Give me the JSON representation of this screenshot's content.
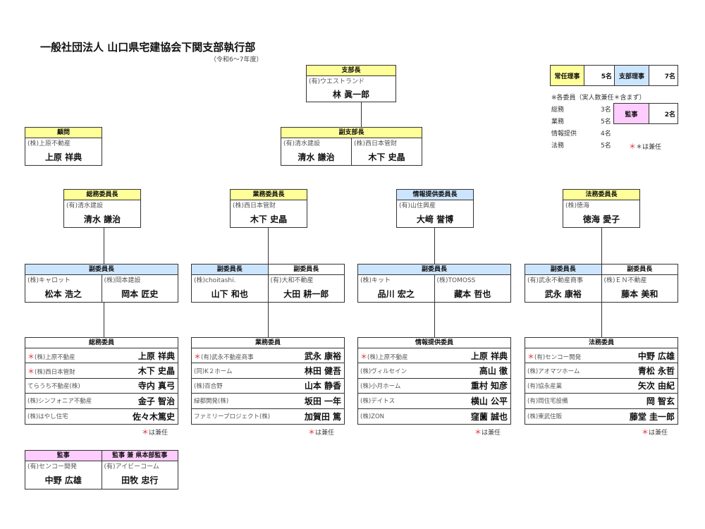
{
  "title": "一般社団法人 山口県宅建協会下関支部執行部",
  "subtitle": "（令和6～7年度）",
  "branch_head": {
    "header": "支部長",
    "company": "(有)ウエストランド",
    "name": "林 眞一郎"
  },
  "advisor": {
    "header": "顧問",
    "company": "(株)上原不動産",
    "name": "上原 祥典"
  },
  "vice_head": {
    "header": "副支部長",
    "members": [
      {
        "company": "(有)清水建設",
        "name": "清水 謙治"
      },
      {
        "company": "(株)西日本管財",
        "name": "木下 史晶"
      }
    ]
  },
  "summary": {
    "jonin_label": "常任理事",
    "jonin_count": "5名",
    "shibu_label": "支部理事",
    "shibu_count": "7名",
    "kanji_label": "監事",
    "kanji_count": "2名",
    "note": "※各委員（実人数兼任＊含まず）",
    "rows": [
      {
        "label": "総務",
        "count": "3名"
      },
      {
        "label": "業務",
        "count": "5名"
      },
      {
        "label": "情報提供",
        "count": "4名"
      },
      {
        "label": "法務",
        "count": "5名"
      }
    ],
    "star_note": "＊は兼任"
  },
  "committees": [
    {
      "chair": {
        "header": "総務委員長",
        "company": "(有)清水建設",
        "name": "清水 謙治"
      },
      "vice": {
        "headers": [
          "副委員長"
        ],
        "members": [
          {
            "company": "(株)キャロット",
            "name": "松本 浩之"
          },
          {
            "company": "(株)岡本建設",
            "name": "岡本 匠史"
          }
        ]
      },
      "list": {
        "header": "総務委員",
        "members": [
          {
            "star": "＊",
            "company": "(株)上原不動産",
            "name": "上原 祥典"
          },
          {
            "star": "＊",
            "company": "(株)西日本管財",
            "name": "木下 史晶"
          },
          {
            "star": "",
            "company": "てらうち不動産(株)",
            "name": "寺内 真弓"
          },
          {
            "star": "",
            "company": "(株)シンフォニア不動産",
            "name": "金子 智治"
          },
          {
            "star": "",
            "company": "(株)はやし住宅",
            "name": "佐々木篤史"
          }
        ]
      },
      "note": "＊は兼任"
    },
    {
      "chair": {
        "header": "業務委員長",
        "company": "(株)西日本管財",
        "name": "木下 史晶"
      },
      "vice": {
        "headers": [
          "副委員長",
          "副委員長"
        ],
        "members": [
          {
            "company": "(株)choitashi.",
            "name": "山下 和也"
          },
          {
            "company": "(有)大和不動産",
            "name": "大田 耕一郎"
          }
        ]
      },
      "list": {
        "header": "業務委員",
        "members": [
          {
            "star": "＊",
            "company": "(有)武永不動産商事",
            "name": "武永 康裕"
          },
          {
            "star": "",
            "company": "(同)K２ホーム",
            "name": "林田 健吾"
          },
          {
            "star": "",
            "company": "(株)百合野",
            "name": "山本 静香"
          },
          {
            "star": "",
            "company": "緑都開発(株)",
            "name": "坂田 一年"
          },
          {
            "star": "",
            "company": "ファミリープロジェクト(株)",
            "name": "加賀田 篤"
          }
        ]
      },
      "note": "＊は兼任"
    },
    {
      "chair": {
        "header": "情報提供委員長",
        "company": "(有)山住興産",
        "name": "大﨑 誉博"
      },
      "vice": {
        "headers": [
          "副委員長"
        ],
        "members": [
          {
            "company": "(株)キット",
            "name": "品川 宏之"
          },
          {
            "company": "(株)TOMOSS",
            "name": "藏本 哲也"
          }
        ]
      },
      "list": {
        "header": "情報提供委員",
        "members": [
          {
            "star": "＊",
            "company": "(株)上原不動産",
            "name": "上原 祥典"
          },
          {
            "star": "",
            "company": "(株)ヴィルセイン",
            "name": "高山 徹"
          },
          {
            "star": "",
            "company": "(株)小月ホーム",
            "name": "重村 知彦"
          },
          {
            "star": "",
            "company": "(株)デイトス",
            "name": "横山 公平"
          },
          {
            "star": "",
            "company": "(株)ZON",
            "name": "窪薗 誠也"
          }
        ]
      },
      "note": "＊は兼任"
    },
    {
      "chair": {
        "header": "法務委員長",
        "company": "(株)徳海",
        "name": "徳海 愛子"
      },
      "vice": {
        "headers": [
          "副委員長",
          "副委員長"
        ],
        "members": [
          {
            "company": "(有)武永不動産商事",
            "name": "武永 康裕"
          },
          {
            "company": "(株)ＥＮ不動産",
            "name": "藤本 美和"
          }
        ]
      },
      "list": {
        "header": "法務委員",
        "members": [
          {
            "star": "＊",
            "company": "(有)センコー開発",
            "name": "中野 広雄"
          },
          {
            "star": "",
            "company": "(株)アオマツホーム",
            "name": "青松 永哲"
          },
          {
            "star": "",
            "company": "(有)協永産業",
            "name": "矢次 由紀"
          },
          {
            "star": "",
            "company": "(有)岡住宅設備",
            "name": "岡 智玄"
          },
          {
            "star": "",
            "company": "(株)東武住販",
            "name": "藤堂 圭一郎"
          }
        ]
      },
      "note": "＊は兼任"
    }
  ],
  "auditors": {
    "headers": [
      "監事",
      "監事 兼 県本部監事"
    ],
    "members": [
      {
        "company": "(有)センコー開発",
        "name": "中野 広雄"
      },
      {
        "company": "(有)アイビーコーム",
        "name": "田牧 忠行"
      }
    ]
  },
  "colors": {
    "yellow": "#ffff99",
    "blue": "#cce5ff",
    "pink": "#ffccff",
    "star": "#e0202a"
  }
}
